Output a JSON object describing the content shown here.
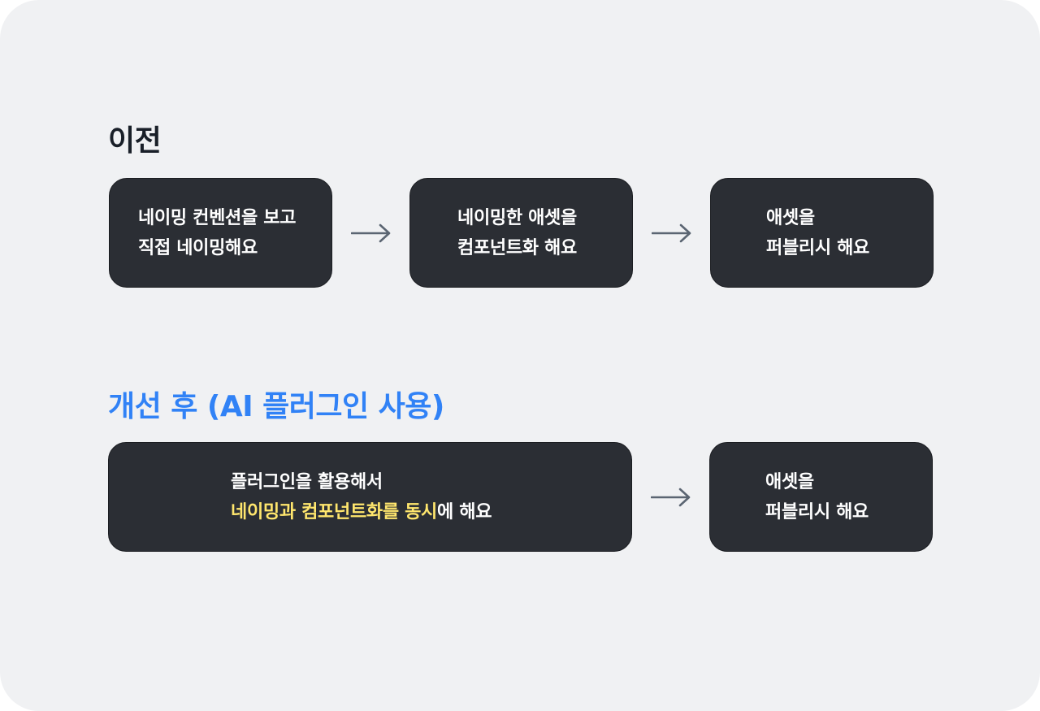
{
  "before": {
    "title": "이전",
    "steps": [
      {
        "line1": "네이밍 컨벤션을 보고",
        "line2": "직접 네이밍해요"
      },
      {
        "line1": "네이밍한 애셋을",
        "line2": "컴포넌트화 해요"
      },
      {
        "line1": "애셋을",
        "line2": "퍼블리시 해요"
      }
    ]
  },
  "after": {
    "title": "개선 후 (AI 플러그인 사용)",
    "step1": {
      "line1": "플러그인을 활용해서",
      "line2_highlight": "네이밍과 컴포넌트화를 동시",
      "line2_rest": "에 해요"
    },
    "step2": {
      "line1": "애셋을",
      "line2": "퍼블리시 해요"
    }
  },
  "colors": {
    "background": "#f0f1f3",
    "box": "#2b2e34",
    "title_before": "#191f28",
    "title_after": "#3182f6",
    "highlight": "#ffe66d",
    "arrow": "#5b6572"
  }
}
